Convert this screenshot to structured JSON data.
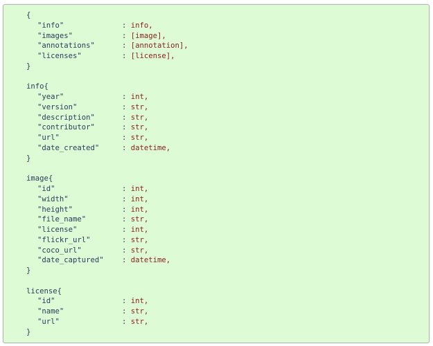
{
  "blocks": [
    {
      "header": "{",
      "footer": "}",
      "fields": [
        {
          "key": "\"info\"",
          "value": "info,"
        },
        {
          "key": "\"images\"",
          "value": "[image],"
        },
        {
          "key": "\"annotations\"",
          "value": "[annotation],"
        },
        {
          "key": "\"licenses\"",
          "value": "[license],"
        }
      ]
    },
    {
      "header": "info{",
      "footer": "}",
      "fields": [
        {
          "key": "\"year\"",
          "value": "int,"
        },
        {
          "key": "\"version\"",
          "value": "str,"
        },
        {
          "key": "\"description\"",
          "value": "str,"
        },
        {
          "key": "\"contributor\"",
          "value": "str,"
        },
        {
          "key": "\"url\"",
          "value": "str,"
        },
        {
          "key": "\"date_created\"",
          "value": "datetime,"
        }
      ]
    },
    {
      "header": "image{",
      "footer": "}",
      "fields": [
        {
          "key": "\"id\"",
          "value": "int,"
        },
        {
          "key": "\"width\"",
          "value": "int,"
        },
        {
          "key": "\"height\"",
          "value": "int,"
        },
        {
          "key": "\"file_name\"",
          "value": "str,"
        },
        {
          "key": "\"license\"",
          "value": "int,"
        },
        {
          "key": "\"flickr_url\"",
          "value": "str,"
        },
        {
          "key": "\"coco_url\"",
          "value": "str,"
        },
        {
          "key": "\"date_captured\"",
          "value": "datetime,"
        }
      ]
    },
    {
      "header": "license{",
      "footer": "}",
      "fields": [
        {
          "key": "\"id\"",
          "value": "int,"
        },
        {
          "key": "\"name\"",
          "value": "str,"
        },
        {
          "key": "\"url\"",
          "value": "str,"
        }
      ]
    }
  ],
  "separator": ": "
}
